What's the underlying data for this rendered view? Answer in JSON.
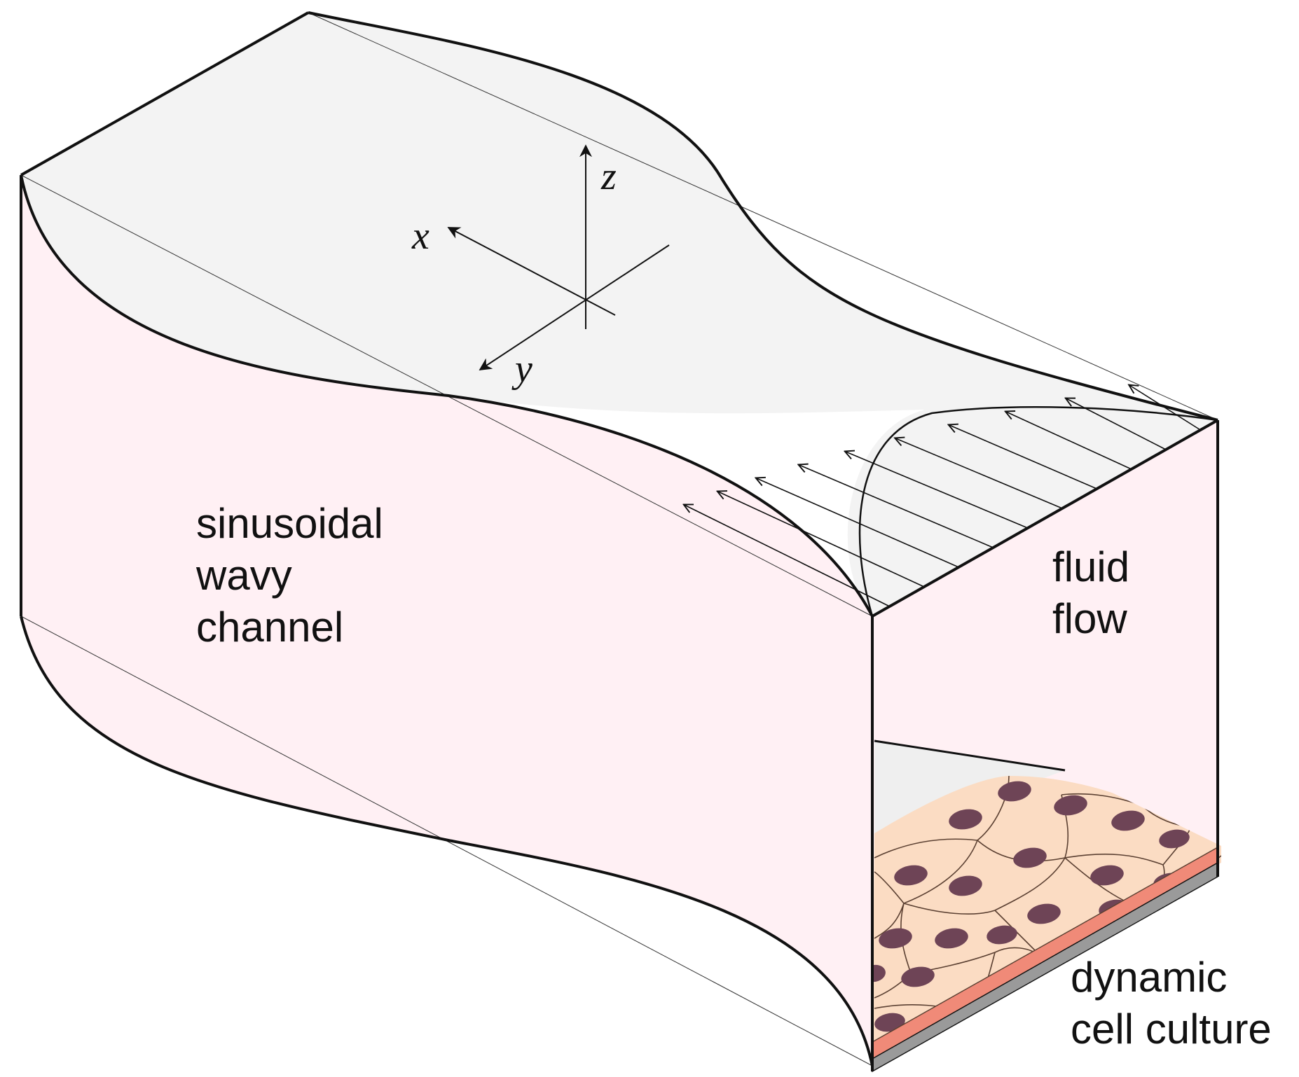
{
  "labels": {
    "channel": [
      "sinusoidal",
      "wavy",
      "channel"
    ],
    "flow": [
      "fluid",
      "flow"
    ],
    "culture": [
      "dynamic",
      "cell culture"
    ]
  },
  "axes": {
    "x": "x",
    "y": "y",
    "z": "z"
  },
  "colors": {
    "top_face": "#f3f3f3",
    "side_face": "#fff0f4",
    "cell_fill": "#fbdcc3",
    "cell_stroke": "#5b4032",
    "nucleus": "#6e4456",
    "membrane": "#f08a78",
    "substrate": "#9a9a9a",
    "outline": "#111111"
  }
}
